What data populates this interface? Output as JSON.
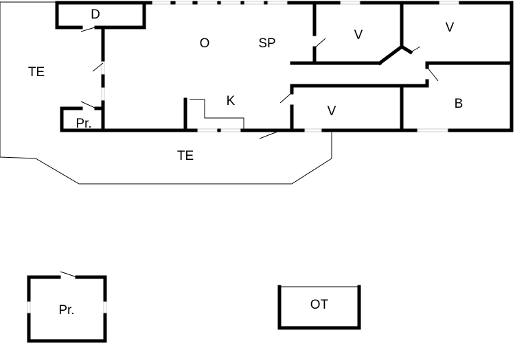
{
  "rooms": {
    "d": "D",
    "o": "O",
    "sp": "SP",
    "v_top_left": "V",
    "v_top_right": "V",
    "te_west": "TE",
    "k": "K",
    "b": "B",
    "v_bottom": "V",
    "pr_small": "Pr.",
    "te_south": "TE",
    "pr_building": "Pr.",
    "ot_building": "OT"
  }
}
